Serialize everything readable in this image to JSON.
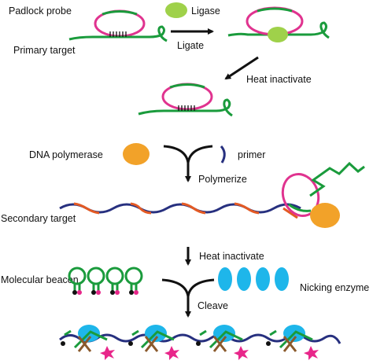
{
  "labels": {
    "padlock_probe": "Padlock probe",
    "primary_target": "Primary target",
    "ligase": "Ligase",
    "ligate": "Ligate",
    "heat_inactivate_1": "Heat inactivate",
    "dna_polymerase": "DNA polymerase",
    "primer": "primer",
    "polymerize": "Polymerize",
    "secondary_target": "Secondary target",
    "heat_inactivate_2": "Heat inactivate",
    "molecular_beacon": "Molecular beacon",
    "nicking_enzyme": "Nicking enzyme",
    "cleave": "Cleave"
  },
  "colors": {
    "probe_loop": "#e0338f",
    "dna_green": "#1a9b3c",
    "ligase": "#9fd14a",
    "polymerase": "#f2a229",
    "strand_navy": "#27307f",
    "strand_orange": "#e35a24",
    "nicking_enzyme": "#1eb6ea",
    "fluor_star": "#e8268a",
    "cleave_mark": "#8a5a2c",
    "arrow": "#111111"
  }
}
